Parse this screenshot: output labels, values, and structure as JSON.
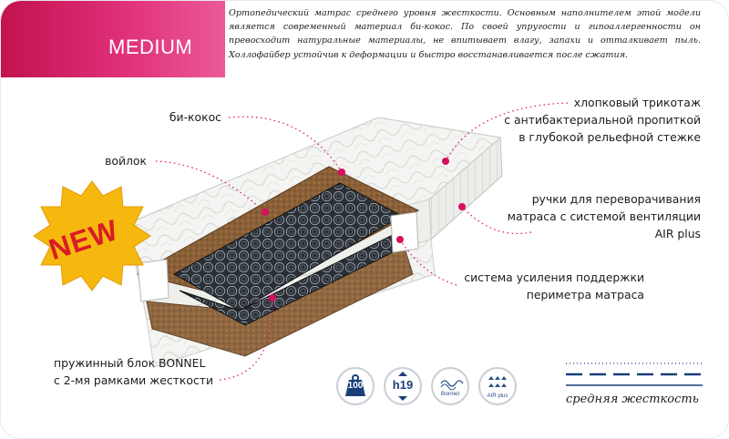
{
  "header": {
    "model": "MEDIUM",
    "description": "Ортопедический матрас среднего уровня жесткости. Основным наполнителем этой модели является современный материал би-кокос. По своей упругости и гипоаллергенности он превосходит натуральные материалы, не впитывает влагу, запахи и отталкивает пыль. Холлофайбер устойчив к деформации и быстро восстанавливается после сжатия."
  },
  "badge": {
    "text": "NEW"
  },
  "callouts": {
    "bicocos": "би-кокос",
    "felt": "войлок",
    "cotton": [
      "хлопковый трикотаж",
      "с антибактериальной пропиткой",
      "в глубокой рельефной стежке"
    ],
    "handles": [
      "ручки для переворачивания",
      "матраса с системой вентиляции",
      "AIR plus"
    ],
    "perimeter": [
      "система усиления поддержки",
      "периметра матраса"
    ],
    "spring": [
      "пружинный блок BONNEL",
      "с 2-мя рамками жесткости"
    ]
  },
  "icons": {
    "load": "100",
    "height": "h19",
    "spring": "Bonnel",
    "air": "AIR plus"
  },
  "stiffness": {
    "label": "средняя жесткость"
  },
  "colors": {
    "accent": "#d6105f",
    "navy": "#1b3f78",
    "badge_gold": "#f6b80f",
    "badge_text": "#d81c27"
  }
}
